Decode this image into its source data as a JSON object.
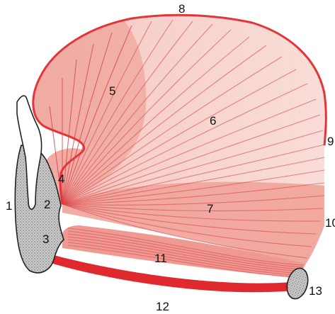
{
  "figure": {
    "labels": {
      "l1": "1",
      "l2": "2",
      "l3": "3",
      "l4": "4",
      "l5": "5",
      "l6": "6",
      "l7": "7",
      "l8": "8",
      "l9": "9",
      "l10": "10",
      "l11": "11",
      "l12": "12",
      "l13": "13"
    },
    "colors": {
      "outline_red": "#e2363a",
      "fan_fill": "#f7d2cd",
      "muscle_dense": "#ee9a92",
      "fiber_line": "#d9454a",
      "bone_fill": "#c9c9c9",
      "bone_outline": "#222222",
      "ligament": "#e0282f"
    }
  }
}
